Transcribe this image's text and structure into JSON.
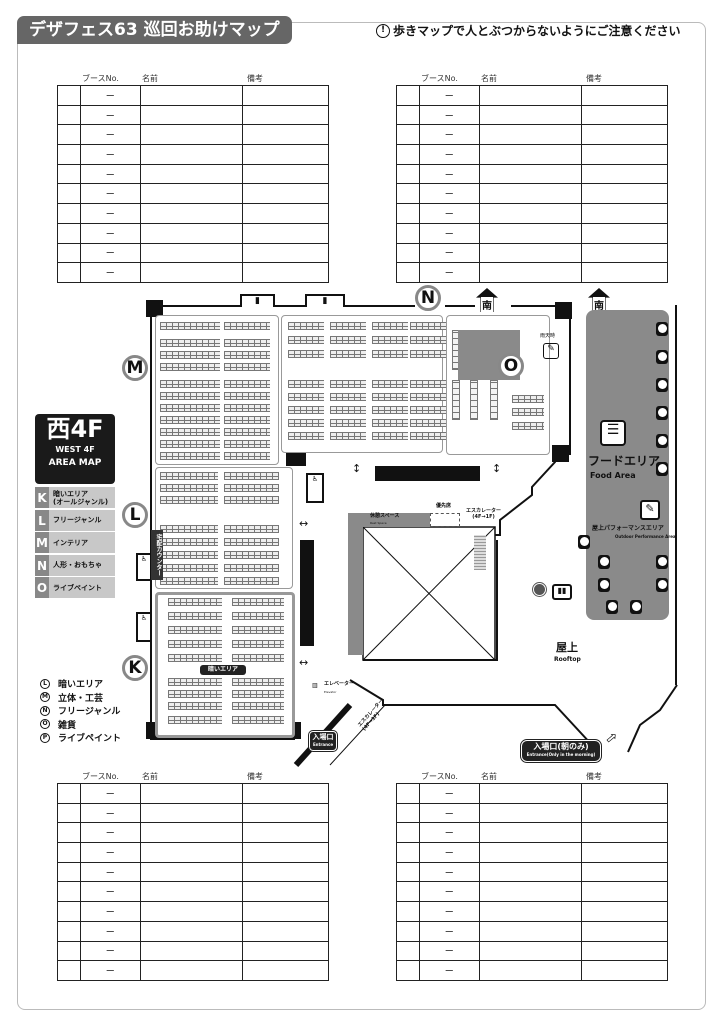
{
  "header": {
    "title": "デザフェス63 巡回お助けマップ",
    "caution_icon": "warning-icon",
    "caution": "歩きマップで人とぶつからないようにご注意ください"
  },
  "table_columns": {
    "booth_no": "ブースNo.",
    "name": "名前",
    "notes": "備考"
  },
  "table_cell_placeholder": "ー",
  "tables_rows": 10,
  "map": {
    "logo": {
      "floor": "西4F",
      "title_en": "WEST 4F",
      "subtitle_en": "AREA MAP"
    },
    "area_legend": [
      {
        "key": "K",
        "label": "暗いエリア\n(オールジャンル)"
      },
      {
        "key": "L",
        "label": "フリージャンル"
      },
      {
        "key": "M",
        "label": "インテリア"
      },
      {
        "key": "N",
        "label": "人形・おもちゃ"
      },
      {
        "key": "O",
        "label": "ライブペイント"
      }
    ],
    "other_legend": [
      {
        "key": "L",
        "label": "暗いエリア"
      },
      {
        "key": "M",
        "label": "立体・工芸"
      },
      {
        "key": "N",
        "label": "フリージャンル"
      },
      {
        "key": "O",
        "label": "雑貨"
      },
      {
        "key": "P",
        "label": "ライブペイント"
      }
    ],
    "markers": {
      "m": "M",
      "l": "L",
      "k": "K",
      "n": "N",
      "o": "O"
    },
    "south": "南",
    "dark_area": "暗いエリア",
    "delivery_counter": "宅配カウンター",
    "rest_space": "休憩スペース",
    "rest_space_en": "Rest Space",
    "priority_seat": "優先席",
    "escalator_top": "エスカレーター\n(4F→1F)",
    "escalator_bottom": "エスカレーター\n(4F→1F)",
    "elevator": "エレベーター",
    "elevator_en": "Elevator",
    "entrance": "入場口",
    "entrance_en": "Entrance",
    "morning_entrance": "入場口(朝のみ)",
    "morning_entrance_en": "Entrance(Only in the morning)",
    "food_area": "フードエリア",
    "food_area_en": "Food Area",
    "performance_area": "屋上パフォーマンスエリア",
    "performance_area_en": "Outdoor Performance Area",
    "rooftop": "屋上",
    "rooftop_en": "Rooftop",
    "live_paint_label": "雨天時"
  }
}
